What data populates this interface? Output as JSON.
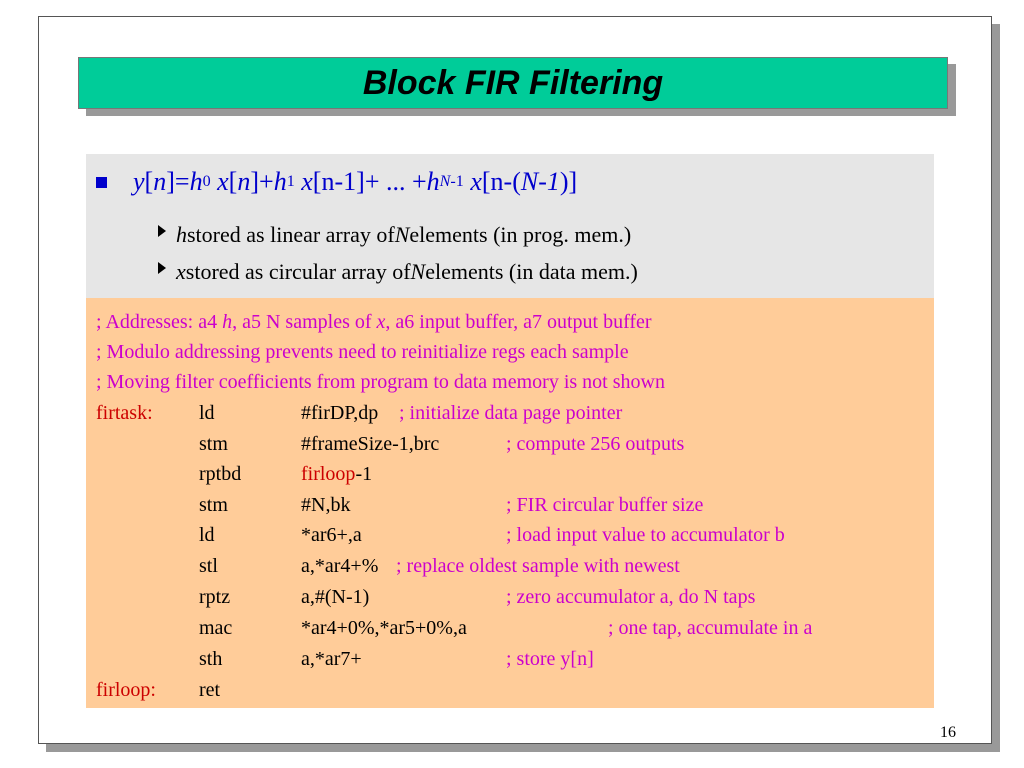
{
  "title": "Block FIR Filtering",
  "equation": {
    "y": "y",
    "n": "n",
    "eq": " = ",
    "h": "h",
    "h0_sub": "0",
    "x": "x",
    "plus": " + ",
    "h1_sub": "1",
    "n_minus_1": "n-1",
    "ellipsis": " + ... + ",
    "hN_sub_N": "N",
    "hN_sub_rest": "-1",
    "n_paren": "n-(",
    "N_minus_1": "N-1",
    "close": ")]"
  },
  "sub_bullets": [
    {
      "var": "h",
      "text1": " stored as linear array of ",
      "N": "N",
      "text2": " elements (in prog. mem.)"
    },
    {
      "var": "x",
      "text1": " stored as circular array of ",
      "N": "N",
      "text2": " elements (in data mem.)"
    }
  ],
  "comments": {
    "c1a": "; Addresses: a4 ",
    "c1h": "h",
    "c1b": ", a5 N samples of ",
    "c1x": "x",
    "c1c": ", a6 input buffer, a7 output buffer",
    "c2": "; Modulo addressing prevents need to reinitialize regs each sample",
    "c3": "; Moving filter coefficients from program to data memory is not shown"
  },
  "code": [
    {
      "label": "firtask:",
      "op": "ld",
      "arg": "#firDP,dp",
      "comment": " ; initialize data page pointer"
    },
    {
      "label": "",
      "op": "stm",
      "arg": "#frameSize-1,brc",
      "comment": "; compute 256 outputs"
    },
    {
      "label": "",
      "op": "rptbd",
      "arg_label": "firloop",
      "arg": "-1",
      "comment": ""
    },
    {
      "label": "",
      "op": "stm",
      "arg": "#N,bk",
      "comment": "; FIR circular buffer size"
    },
    {
      "label": "",
      "op": "ld",
      "arg": "*ar6+,a",
      "comment": "; load input value to accumulator b"
    },
    {
      "label": "",
      "op": "stl",
      "arg": "a,*ar4+%",
      "comment": " ; replace oldest sample with newest"
    },
    {
      "label": "",
      "op": "rptz",
      "arg": "a,#(N-1)",
      "comment": "; zero accumulator a, do N taps"
    },
    {
      "label": "",
      "op": "mac",
      "arg": "*ar4+0%,*ar5+0%,a",
      "comment": "; one tap, accumulate in a"
    },
    {
      "label": "",
      "op": "sth",
      "arg": "a,*ar7+",
      "comment": "; store y[n]"
    },
    {
      "label": "firloop:",
      "op": "ret",
      "arg": "",
      "comment": ""
    }
  ],
  "page_number": "16",
  "colors": {
    "title_bar": "#00cc99",
    "bullet_panel": "#e6e6e6",
    "code_panel": "#ffcc99",
    "comment": "#cc00cc",
    "label": "#cc0000",
    "math_blue": "#0000cc"
  }
}
